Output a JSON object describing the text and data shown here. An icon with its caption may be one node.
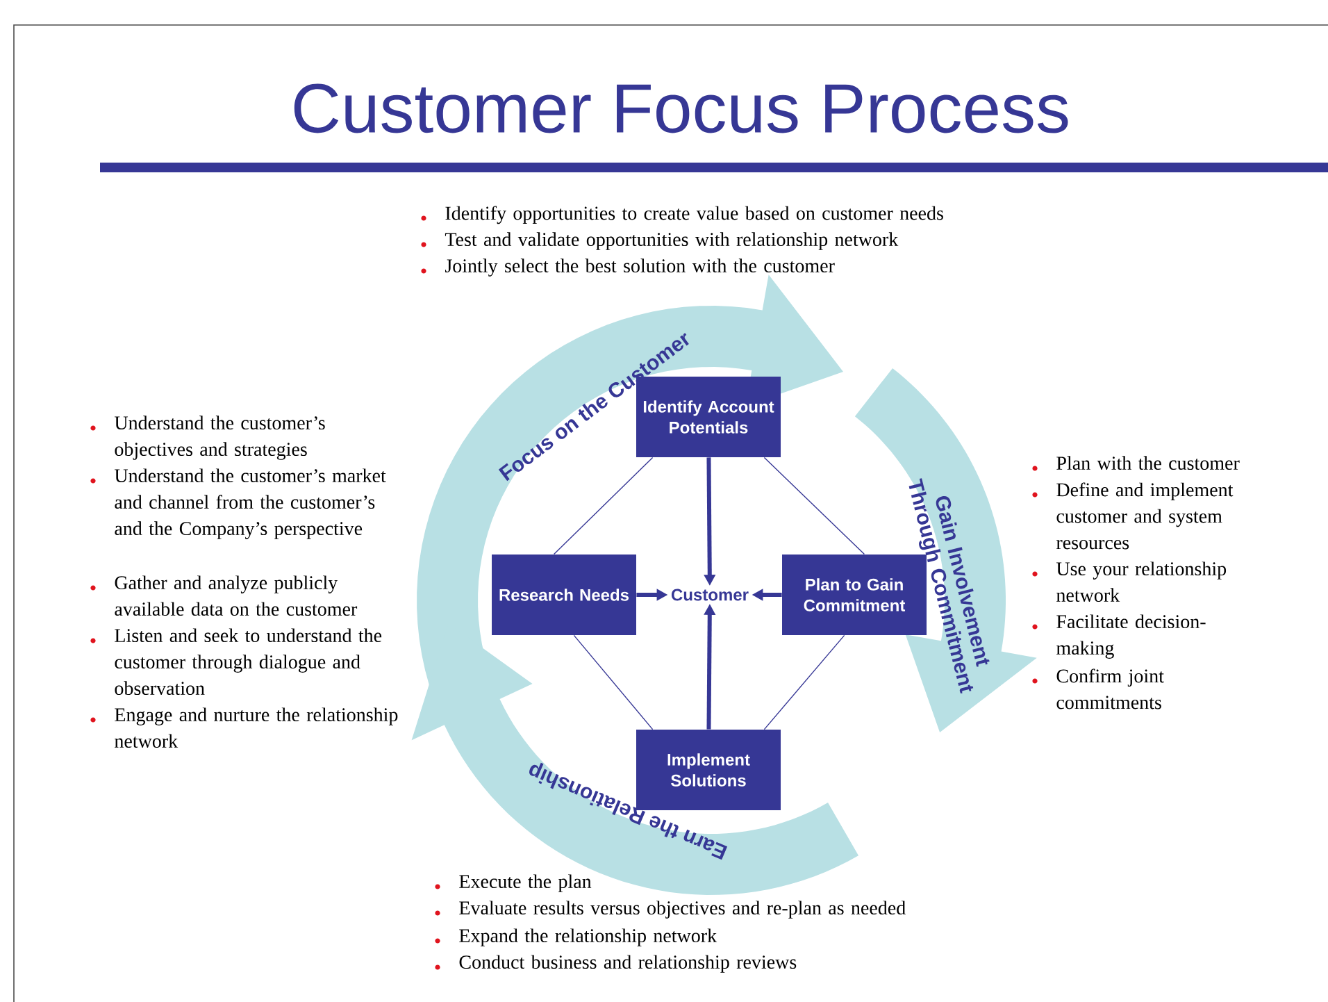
{
  "diagram": {
    "title": "Customer Focus Process",
    "nodes": [
      {
        "text": [
          "Identify Account Potentials"
        ]
      },
      {
        "text": [
          "Research Needs"
        ]
      },
      {
        "text": [
          "Customer"
        ]
      },
      {
        "text": [
          "Plan to Gain Commitment"
        ]
      },
      {
        "text": [
          "Implement Solutions"
        ]
      },
      {
        "text": [
          "Focus on the Customer"
        ]
      },
      {
        "text": [
          "Gain Involvement Through Commitment"
        ]
      },
      {
        "text": [
          "Earn the Relationship"
        ]
      }
    ],
    "edges": [
      {
        "from": 0,
        "to": 2,
        "arrow": "to",
        "style": "thick"
      },
      {
        "from": 1,
        "to": 2,
        "arrow": "to",
        "style": "thick"
      },
      {
        "from": 3,
        "to": 2,
        "arrow": "to",
        "style": "thick"
      },
      {
        "from": 4,
        "to": 2,
        "arrow": "to",
        "style": "thick"
      },
      {
        "from": 0,
        "to": 1,
        "arrow": "none"
      },
      {
        "from": 0,
        "to": 3,
        "arrow": "none"
      },
      {
        "from": 1,
        "to": 4,
        "arrow": "none"
      },
      {
        "from": 3,
        "to": 4,
        "arrow": "none"
      }
    ],
    "labels": [
      "Identify opportunities to create value based on customer needs",
      "Test and validate opportunities with relationship network",
      "Jointly select the best solution with the customer",
      "Understand the customer’s objectives and strategies",
      "Understand the customer’s market and channel from the customer’s and the Company’s perspective",
      "Gather and analyze publicly available data on the customer",
      "Listen and seek to understand the customer through dialogue and observation",
      "Engage and nurture the relationship network",
      "Plan with the customer",
      "Define and implement customer and system resources",
      "Use your relationship network",
      "Facilitate decision-making",
      "Confirm joint commitments",
      "Execute the plan",
      "Evaluate results versus objectives and re-plan as needed",
      "Expand the relationship network",
      "Conduct business and relationship reviews"
    ]
  }
}
